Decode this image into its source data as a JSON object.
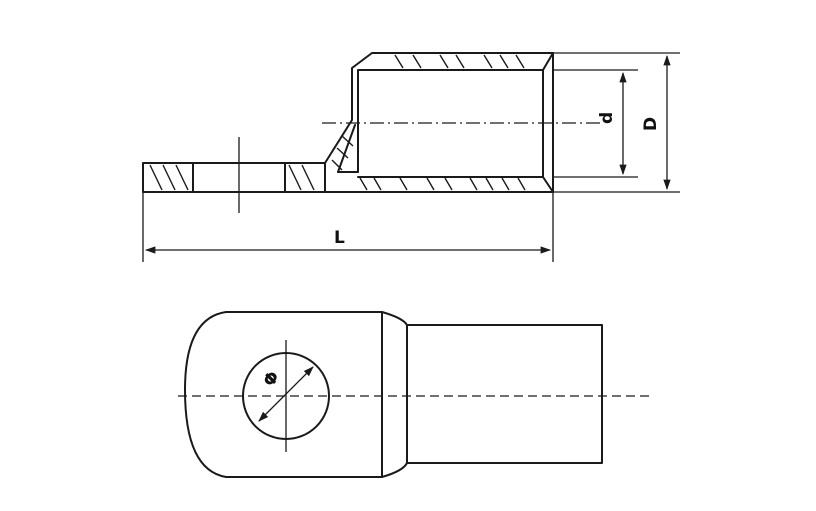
{
  "labels": {
    "length": "L",
    "inner_diameter": "d",
    "outer_diameter": "D",
    "hole_diameter": "Φ"
  }
}
